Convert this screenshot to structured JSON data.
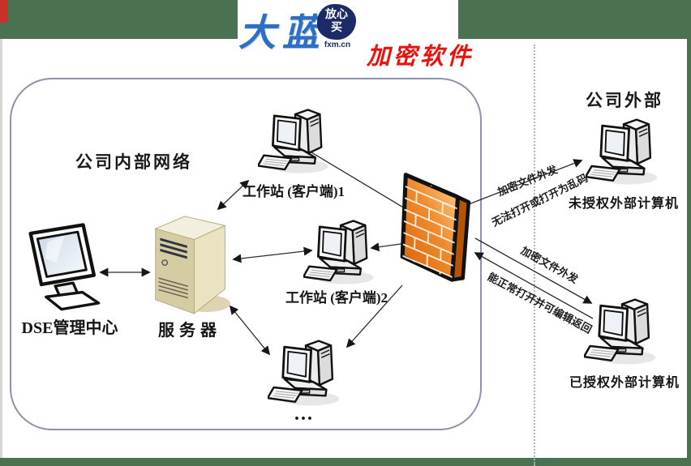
{
  "header": {
    "brand": "大蓝",
    "badge": {
      "text": "放心买",
      "domain": "fxm.cn"
    },
    "product": "加密软件"
  },
  "zones": {
    "internal": "公司内部网络",
    "external": "公司外部"
  },
  "nodes": {
    "dse": "DSE管理中心",
    "server": "服务器",
    "ws1": "工作站 (客户端)1",
    "ws2": "工作站 (客户端)2",
    "ellipsis": "...",
    "unauthorized": "未授权外部计算机",
    "authorized": "已授权外部计算机"
  },
  "flows": {
    "encrypt_out_top": "加密文件外发",
    "cannot_open": "无法打开或打开为乱码",
    "encrypt_out_bottom": "加密文件外发",
    "can_open_return": "能正常打开并可编辑返回"
  },
  "colors": {
    "frame_green": "#4a7152",
    "accent_red": "#c9302c",
    "brand_blue": "#2e6fc2",
    "product_red": "#e8120e",
    "firewall_orange": "#e8751a",
    "box_border": "#9091ab"
  }
}
